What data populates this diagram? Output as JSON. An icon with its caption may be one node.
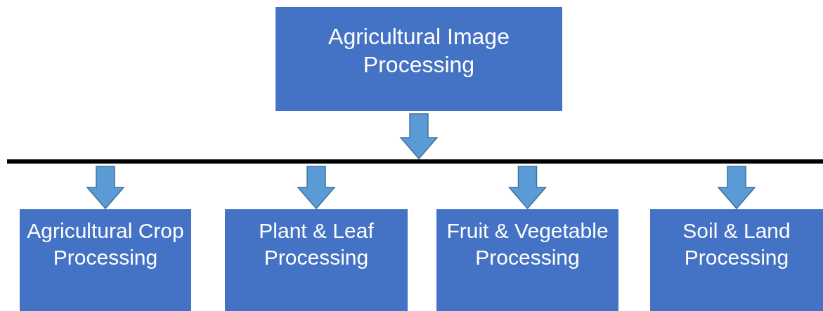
{
  "diagram": {
    "nodes": [
      {
        "text": [
          "Agricultural Image Processing"
        ]
      },
      {
        "text": [],
        "shape": "bar"
      },
      {
        "text": [
          "Agricultural Crop Processing"
        ]
      },
      {
        "text": [
          "Plant & Leaf Processing"
        ]
      },
      {
        "text": [
          "Fruit & Vegetable Processing"
        ]
      },
      {
        "text": [
          "Soil & Land Processing"
        ]
      }
    ],
    "edges": [
      {
        "from": 0,
        "to": 1,
        "arrow": "to"
      },
      {
        "from": 1,
        "to": 2,
        "arrow": "to"
      },
      {
        "from": 1,
        "to": 3,
        "arrow": "to"
      },
      {
        "from": 1,
        "to": 4,
        "arrow": "to"
      },
      {
        "from": 1,
        "to": 5,
        "arrow": "to"
      }
    ]
  }
}
